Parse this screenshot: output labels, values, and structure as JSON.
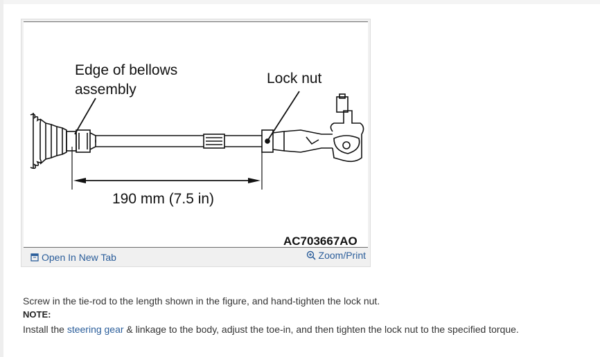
{
  "figure": {
    "label_bellows_line1": "Edge of bellows",
    "label_bellows_line2": "assembly",
    "label_lock_nut": "Lock nut",
    "label_dimension": "190 mm (7.5 in)",
    "figure_code": "AC703667AO"
  },
  "toolbar": {
    "open_new_tab": "Open In New Tab",
    "zoom_print": "Zoom/Print"
  },
  "content": {
    "instruction": "Screw in the tie-rod to the length shown in the figure, and hand-tighten the lock nut.",
    "note_label": "NOTE:",
    "note_prefix": "Install the ",
    "note_link": "steering gear",
    "note_suffix": " & linkage to the body, adjust the toe-in, and then tighten the lock nut to the specified torque."
  },
  "colors": {
    "link": "#2a5d9a",
    "text": "#333333"
  }
}
